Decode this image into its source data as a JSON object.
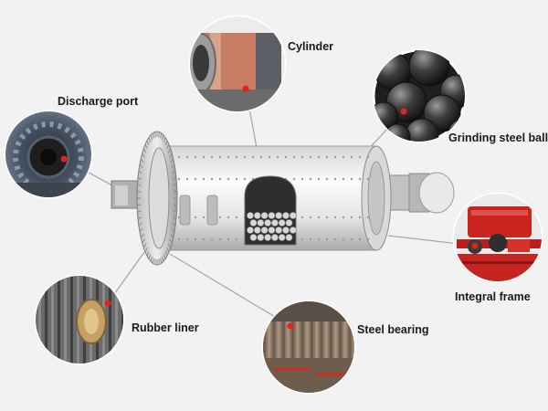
{
  "diagram": {
    "labels": {
      "cylinder": "Cylinder",
      "discharge_port": "Discharge port",
      "grinding_steel_ball": "Grinding steel ball",
      "integral_frame": "Integral frame",
      "rubber_liner": "Rubber liner",
      "steel_bearing": "Steel bearing"
    }
  }
}
